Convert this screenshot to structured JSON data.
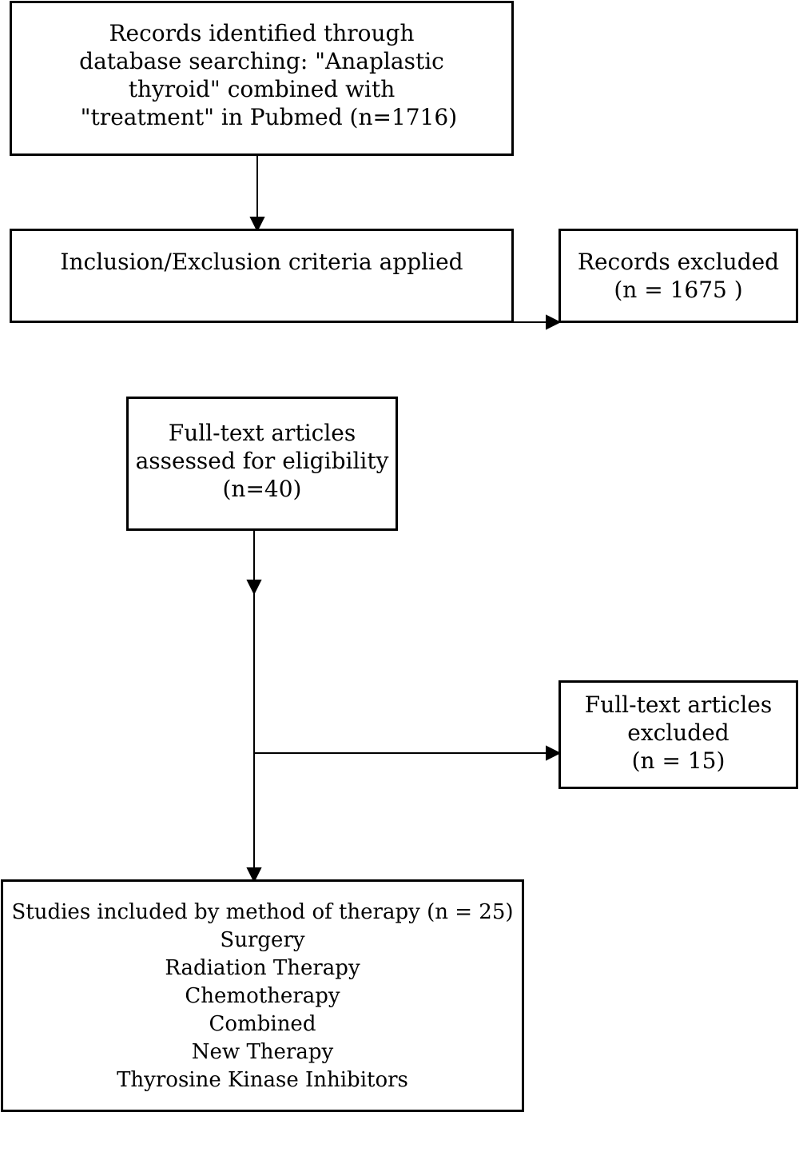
{
  "boxes": {
    "identified": {
      "lines": [
        "Records identified through",
        "database searching: \"Anaplastic",
        "thyroid\" combined with",
        "  \"treatment\" in Pubmed (n=1716)"
      ]
    },
    "criteria": {
      "lines": [
        "Inclusion/Exclusion criteria applied"
      ]
    },
    "records_excluded": {
      "lines": [
        "Records excluded",
        "(n = 1675 )"
      ]
    },
    "fulltext_assessed": {
      "lines": [
        "Full-text articles",
        "assessed for eligibility",
        "(n=40)"
      ]
    },
    "fulltext_excluded": {
      "lines": [
        "Full-text articles",
        "excluded",
        "(n = 15)"
      ]
    },
    "included": {
      "lines": [
        "Studies included by method of therapy (n = 25)",
        "Surgery",
        "Radiation Therapy",
        "Chemotherapy",
        "Combined",
        "New Therapy",
        "Thyrosine Kinase Inhibitors"
      ]
    }
  }
}
